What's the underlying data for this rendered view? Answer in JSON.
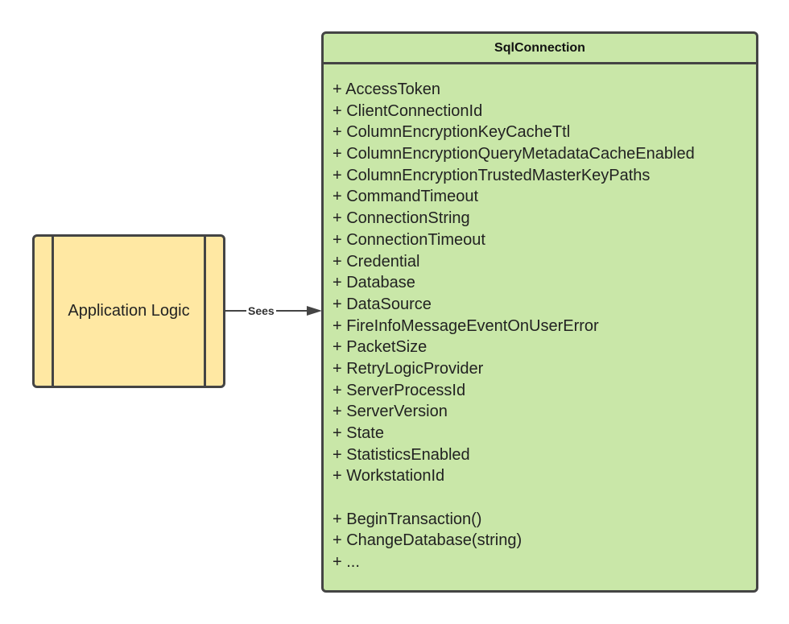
{
  "app_box": {
    "label": "Application Logic"
  },
  "connector": {
    "label": "Sees"
  },
  "class_box": {
    "title": "SqlConnection",
    "properties": [
      "+ AccessToken",
      "+ ClientConnectionId",
      "+ ColumnEncryptionKeyCacheTtl",
      "+ ColumnEncryptionQueryMetadataCacheEnabled",
      "+ ColumnEncryptionTrustedMasterKeyPaths",
      "+ CommandTimeout",
      "+ ConnectionString",
      "+ ConnectionTimeout",
      "+ Credential",
      "+ Database",
      "+ DataSource",
      "+ FireInfoMessageEventOnUserError",
      "+ PacketSize",
      "+ RetryLogicProvider",
      "+ ServerProcessId",
      "+ ServerVersion",
      "+ State",
      "+ StatisticsEnabled",
      "+ WorkstationId"
    ],
    "methods": [
      "+ BeginTransaction()",
      "+ ChangeDatabase(string)",
      "+ ..."
    ]
  },
  "colors": {
    "app_fill": "#ffe8a3",
    "class_fill": "#c9e7a8",
    "stroke": "#444444"
  }
}
